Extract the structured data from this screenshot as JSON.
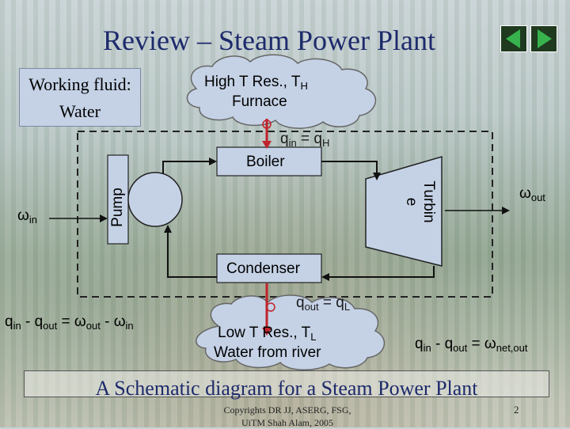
{
  "slide": {
    "title": "Review – Steam Power Plant",
    "caption": "A Schematic diagram for a Steam Power Plant",
    "copyright_line1": "Copyrights DR JJ, ASERG, FSG,",
    "copyright_line2": "UiTM Shah Alam, 2005",
    "page_number": "2"
  },
  "working_fluid": {
    "line1": "Working fluid:",
    "line2": "Water"
  },
  "high_reservoir": {
    "line1": "High T Res., T",
    "line1_sub": "H",
    "line2": "Furnace"
  },
  "low_reservoir": {
    "line1": "Low T Res., T",
    "line1_sub": "L",
    "line2": "Water from river"
  },
  "heat_in": {
    "q": "q",
    "sub_in": "in",
    "eq": " = q",
    "sub_h": "H"
  },
  "heat_out": {
    "q": "q",
    "sub_out": "out",
    "eq": " = q",
    "sub_l": "L"
  },
  "components": {
    "boiler": "Boiler",
    "pump": "Pump",
    "turbine": "Turbin\ne",
    "condenser": "Condenser"
  },
  "work_in": {
    "symbol": "ω",
    "sub": "in"
  },
  "work_out": {
    "symbol": "ω",
    "sub": "out"
  },
  "equation_left": {
    "a": "q",
    "a_sub": "in",
    "b": " - q",
    "b_sub": "out",
    "c": " = ω",
    "c_sub": "out",
    "d": " - ω",
    "d_sub": "in"
  },
  "equation_right": {
    "a": "q",
    "a_sub": "in",
    "b": " - q",
    "b_sub": "out",
    "c": " = ω",
    "c_sub": "net,out"
  },
  "colors": {
    "title": "#1d2a6b",
    "heat_arrow": "#c0232b",
    "box_fill": "#c5d2e6"
  },
  "icons": {
    "nav_prev": "triangle-left-icon",
    "nav_next": "triangle-right-icon"
  }
}
